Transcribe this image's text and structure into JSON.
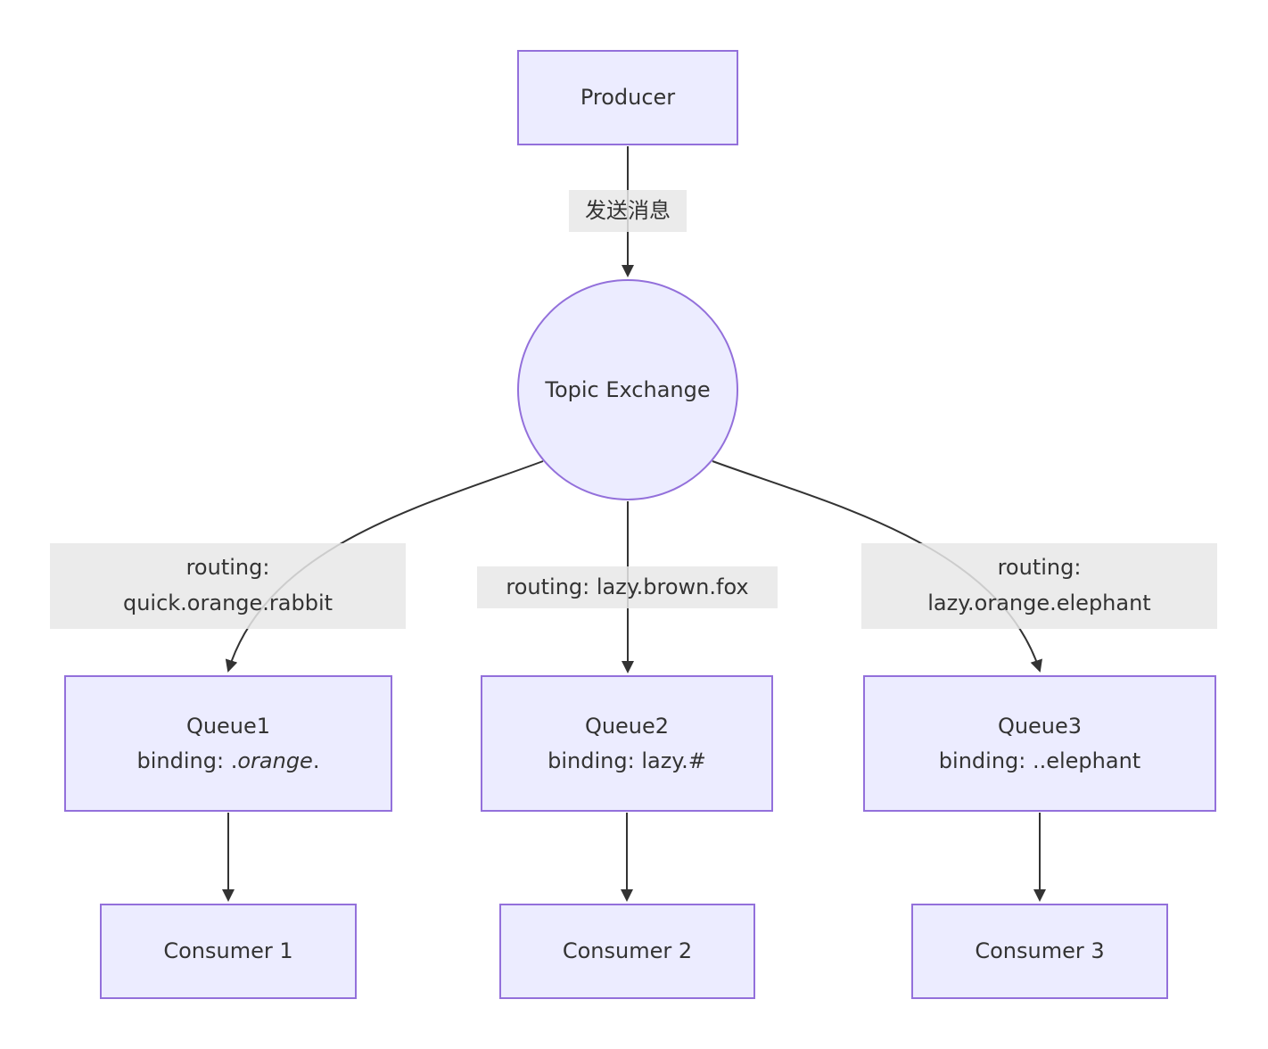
{
  "diagram": {
    "type": "flowchart-topic-exchange",
    "producer": {
      "label": "Producer"
    },
    "exchange": {
      "label": "Topic Exchange"
    },
    "edge_labels": {
      "send": "发送消息",
      "routing1_line1": "routing:",
      "routing1_line2": "quick.orange.rabbit",
      "routing2": "routing: lazy.brown.fox",
      "routing3_line1": "routing:",
      "routing3_line2": "lazy.orange.elephant"
    },
    "queues": [
      {
        "name": "Queue1",
        "binding_prefix": "binding: .",
        "binding_italic": "orange",
        "binding_suffix": "."
      },
      {
        "name": "Queue2",
        "binding": "binding: lazy.#"
      },
      {
        "name": "Queue3",
        "binding": "binding: ..elephant"
      }
    ],
    "consumers": [
      {
        "label": "Consumer 1"
      },
      {
        "label": "Consumer 2"
      },
      {
        "label": "Consumer 3"
      }
    ],
    "colors": {
      "node_fill": "#ECECFF",
      "node_border": "#9370DB",
      "edge_line": "#333333",
      "edge_label_bg": "#e8e8e8",
      "text": "#333333"
    }
  }
}
